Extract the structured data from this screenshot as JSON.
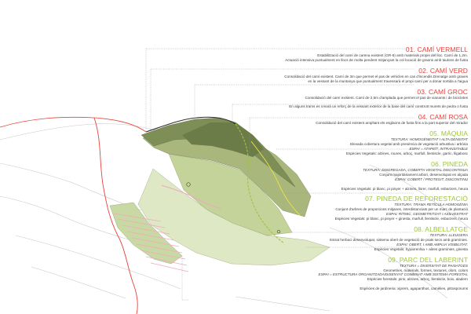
{
  "legend": {
    "s01": {
      "title": "01. CAMÍ VERMELL",
      "lines": [
        "Estabilització del camí de carena existent (GR-6) amb materials propis del lloc. Camí de 1,2m.",
        "Actuació intensiva puntualment en llocs de molta pendent mitjançant la col·locació de graons amb taulons de fusta"
      ]
    },
    "s02": {
      "title": "02. CAMÍ VERD",
      "lines": [
        "Consolidació del camí existent. Camí de 3m que permet el pas de vehicles en cas d'incendis.Drenatge amb graves",
        "en la vessant de la muntanya que puntualment travessarà el propi camí per a donar sortida a l'aigua"
      ]
    },
    "s03": {
      "title": "03. CAMÍ GROC",
      "lines": [
        "Consolidació del camí existent. Camí de 2,5m d'amplada que permet el pas de vianants i de bicicletes",
        "",
        "En alguns trams es crearà un reforç de la vessant exterior de la base del camí construït murets de pedra o fusta"
      ]
    },
    "s04": {
      "title": "04. CAMÍ ROSA",
      "lines": [
        "Consolidació del camí existent amplïant els esglaons de fusta fins a la part superior del mirador"
      ]
    },
    "s05": {
      "title": "05. MÀQUIA",
      "lines": [
        "TEXTURA: HOMOGÈNEITAT I ALTA DENSITAT",
        "Elevada cobertura vegetal amb presència de vegetació arbustiva i arbòria",
        "ESPAI = ATAPEÏT, INTRANSITABLE",
        "Espècies Vegetals: alzines, roures, arboç, marfull, llentiscle, garric, lligabosc"
      ]
    },
    "s06": {
      "title": "06. PINEDA",
      "lines": [
        "TEXTURA: DISGREGADA, COBERTA VEGETAL DISCONTINUA",
        "Conjunt majoritàriament arbori, desenvolupat en alçada",
        "ESPAI: COBERT / PROTEGIT, DISCONTINU",
        "",
        "Espècies Vegetals: pi blanc, pi pinyer +  alzines, llorer, marfull, esbarzers, heura"
      ]
    },
    "s07": {
      "title": "07. PINEDA DE REFORESTACIÓ",
      "lines": [
        "TEXTURA: TRAMA RETÍCULA HOMOGÈNIA",
        "Conjunt d'arbres de proporcions mitjanes, interdistanciats per un marc de plantació",
        "ESPAI: RÍTMIC, GEOMETRITZAT I ASILVESTRAT",
        "Espècies Vegetals: pi blanc, pi pinyer + ginesta, marfull, llentiscle, esbarzers, heura"
      ]
    },
    "s08": {
      "title": "08. ALBELLATGE",
      "lines": [
        "TEXTURA: LLEUGERA",
        "Estrat herbaci desenvolupat, sistema obert de vegetació de prats secs amb gramínies.",
        "ESPAI: OBERT, I AMB AMPLIA VISIBILITAT.",
        "Espècies Vegetals: hyparrenhia +  alires gramínies, ginesta"
      ]
    },
    "s09": {
      "title": "09. PARC DEL LABERINT",
      "lines": [
        "TEXTURA =  DIVERSITAT DE PAISATGES",
        "Geometries, materials, formes, textures, olors, colors",
        "ESPAI =  ESTRUCTURA ORGANITZADA/DISENYAT COMBINAT AMB SISTEMA FORESTAL",
        "Espècies forestals: pins, alzines, arboç, llentiscle, boix, aladern",
        "",
        "Espècies de jardineria: xiprers, agapanthus, camèlies, pittosporums"
      ]
    }
  },
  "colors": {
    "path_red": "#e8413a",
    "path_green": "#9cc43c",
    "path_yellow": "#e8e04a",
    "path_pink": "#f0a9c0",
    "maquia": "#7d8e57",
    "pineda": "#a9b67c",
    "reforestacio": "#c3d39a",
    "albellatge": "#dfe8c4",
    "parc": "#c9d9a4"
  }
}
